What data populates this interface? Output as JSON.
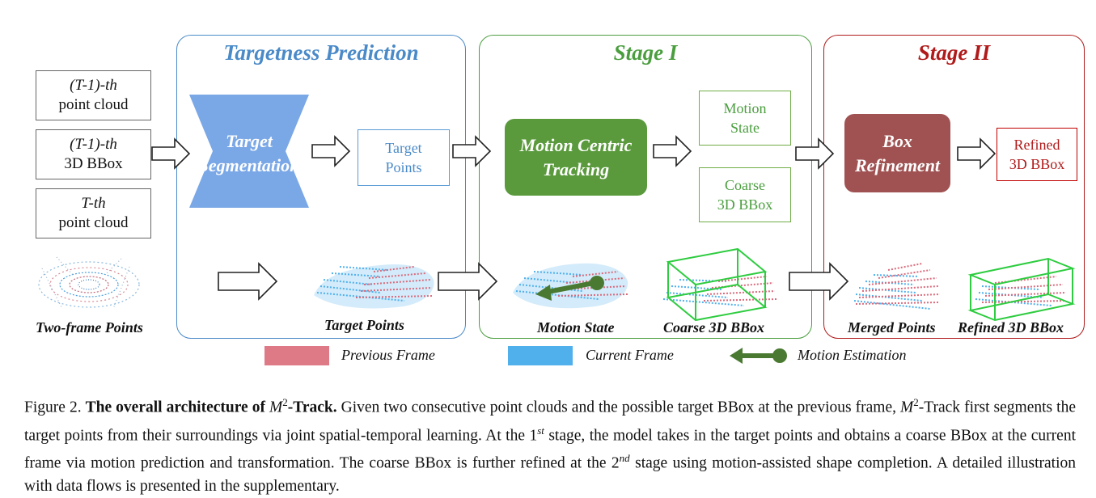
{
  "figure": {
    "panels": {
      "targetness": {
        "title": "Targetness Prediction",
        "color": "#4a8ac8"
      },
      "stage1": {
        "title": "Stage I",
        "color": "#4a9e3e"
      },
      "stage2": {
        "title": "Stage II",
        "color": "#b01a1a"
      }
    },
    "inputs": [
      {
        "line1": "(T-1)-th",
        "line2": "point cloud"
      },
      {
        "line1": "(T-1)-th",
        "line2": "3D BBox"
      },
      {
        "line1": "T-th",
        "line2": "point cloud"
      }
    ],
    "modules": {
      "segmentation": {
        "line1": "Target",
        "line2": "Segmentation",
        "color": "#7aa7e6"
      },
      "tracking": {
        "line1": "Motion Centric",
        "line2": "Tracking",
        "color": "#5a9a3c"
      },
      "refinement": {
        "line1": "Box",
        "line2": "Refinement",
        "color": "#a05252"
      }
    },
    "outputs": {
      "target_points": {
        "line1": "Target",
        "line2": "Points"
      },
      "motion_state": {
        "line1": "Motion",
        "line2": "State"
      },
      "coarse_bbox": {
        "line1": "Coarse",
        "line2": "3D BBox"
      },
      "refined_bbox": {
        "line1": "Refined",
        "line2": "3D BBox"
      }
    },
    "bottom_labels": {
      "two_frame": "Two-frame Points",
      "target_points": "Target Points",
      "motion_state": "Motion State",
      "coarse_bbox": "Coarse 3D BBox",
      "merged_points": "Merged Points",
      "refined_bbox": "Refined 3D BBox"
    },
    "legend": {
      "previous": {
        "label": "Previous Frame",
        "color": "#dd7a86"
      },
      "current": {
        "label": "Current Frame",
        "color": "#4fb0ec"
      },
      "motion": {
        "label": "Motion Estimation",
        "color": "#4a7a32"
      }
    }
  },
  "caption": {
    "prefix": "Figure 2. ",
    "bold_lead": "The overall architecture of ",
    "math_M": "M",
    "sup_2": "2",
    "bold_tail": "-Track.",
    "text1": " Given two consecutive point clouds and the possible target BBox at the previous frame, ",
    "text2": "-Track first segments the target points from their surroundings via joint spatial-temporal learning.  At the 1",
    "sup_st": "st",
    "text3": " stage, the model takes in the target points and obtains a coarse BBox at the current frame via motion prediction and transformation. The coarse BBox is further refined at the 2",
    "sup_nd": "nd",
    "text4": " stage using motion-assisted shape completion. A detailed illustration with data flows is presented in the supplementary."
  }
}
